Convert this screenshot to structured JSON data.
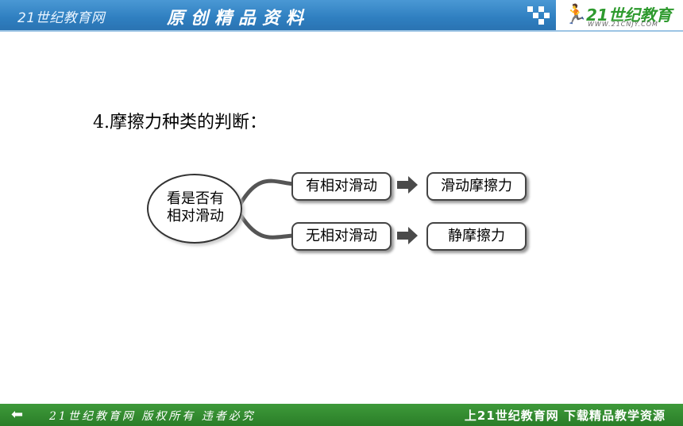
{
  "header": {
    "site_name": "21世纪教育网",
    "slogan": "原创精品资料",
    "logo_text": "21世纪教育",
    "logo_url": "WWW.21CNJY.COM"
  },
  "slide": {
    "heading": "4.摩擦力种类的判断：",
    "diagram": {
      "root": "看是否有相对滑动",
      "root_lines": [
        "看是否有",
        "相对滑动"
      ],
      "branch1": {
        "condition": "有相对滑动",
        "result": "滑动摩擦力"
      },
      "branch2": {
        "condition": "无相对滑动",
        "result": "静摩擦力"
      }
    }
  },
  "footer": {
    "back_icon": "left-arrow-icon",
    "copyright": "21世纪教育网  版权所有  违者必究",
    "promo": "上21世纪教育网  下载精品教学资源"
  },
  "colors": {
    "header_bg": "#3a8acb",
    "footer_bg": "#34902f",
    "arrow": "#4a4a4a"
  }
}
